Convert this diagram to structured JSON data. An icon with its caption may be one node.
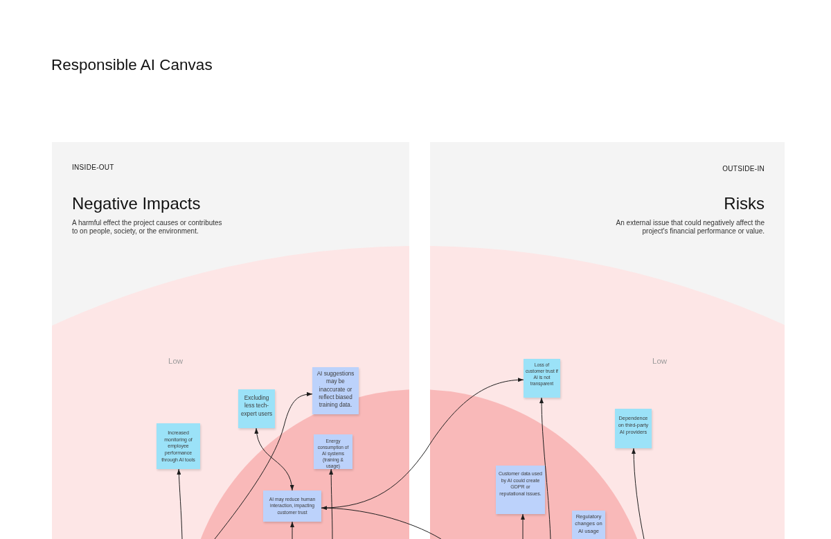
{
  "diagram": {
    "title": "Responsible AI Canvas",
    "nodes": [
      {
        "text": [
          "INSIDE-OUT",
          "Negative Impacts",
          "A harmful effect the project causes or contributes to on people, society, or the environment."
        ]
      },
      {
        "text": [
          "OUTSIDE-IN",
          "Risks",
          "An external issue that could negatively affect the project's financial performance or value."
        ]
      },
      {
        "text": [
          "Increased monitoring of employee performance through AI tools"
        ],
        "in": 0
      },
      {
        "text": [
          "Excluding less tech-expert users"
        ],
        "in": 0
      },
      {
        "text": [
          "AI suggestions may be inaccurate or reflect biased training data."
        ],
        "in": 0
      },
      {
        "text": [
          "Energy consumption of AI systems (training & usage)"
        ],
        "in": 0
      },
      {
        "text": [
          "AI may reduce human interaction, impacting customer trust"
        ],
        "in": 0
      },
      {
        "text": [
          "Loss of customer trust if AI is not transparent"
        ],
        "in": 1
      },
      {
        "text": [
          "Dependence on third-party AI providers"
        ],
        "in": 1
      },
      {
        "text": [
          "Customer data used by AI could create GDPR or reputational issues."
        ],
        "in": 1
      },
      {
        "text": [
          "Regulatory changes on AI usage"
        ],
        "in": 1
      }
    ],
    "edges": [
      {
        "from": null,
        "to": 2,
        "arrow": "to"
      },
      {
        "from": 3,
        "to": 6,
        "arrow": "both"
      },
      {
        "from": null,
        "to": 4,
        "arrow": "to"
      },
      {
        "from": null,
        "to": 5,
        "arrow": "to"
      },
      {
        "from": null,
        "to": 6,
        "arrow": "to"
      },
      {
        "from": 1,
        "to": 6,
        "arrow": "to"
      },
      {
        "from": 6,
        "to": 7,
        "arrow": "to"
      },
      {
        "from": null,
        "to": 7,
        "arrow": "to"
      },
      {
        "from": null,
        "to": 9,
        "arrow": "to"
      },
      {
        "from": null,
        "to": 8,
        "arrow": "to"
      }
    ],
    "labels": [
      "Low",
      "Low"
    ]
  }
}
